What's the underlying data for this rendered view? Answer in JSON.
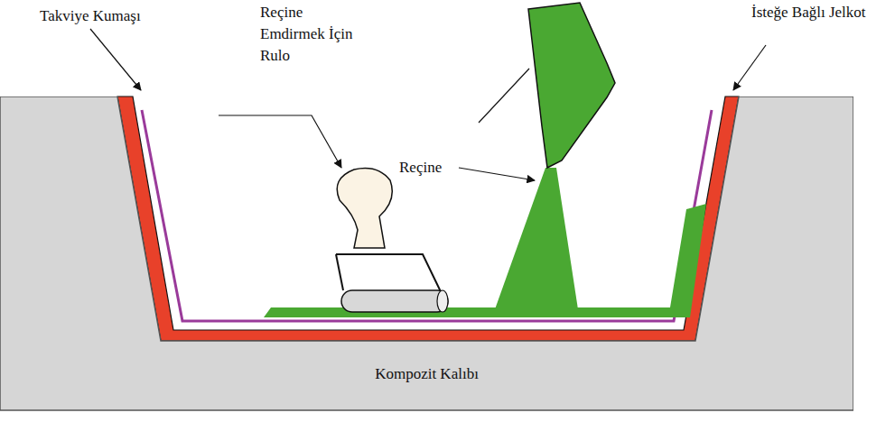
{
  "diagram": {
    "nodes": [
      {
        "text": [
          "Kompozit Kalıbı"
        ]
      }
    ],
    "labels": [
      "Takviye Kumaşı",
      "Reçine Emdirmek İçin Rulo",
      "Reçine",
      "İsteğe Bağlı Jelkot"
    ]
  }
}
